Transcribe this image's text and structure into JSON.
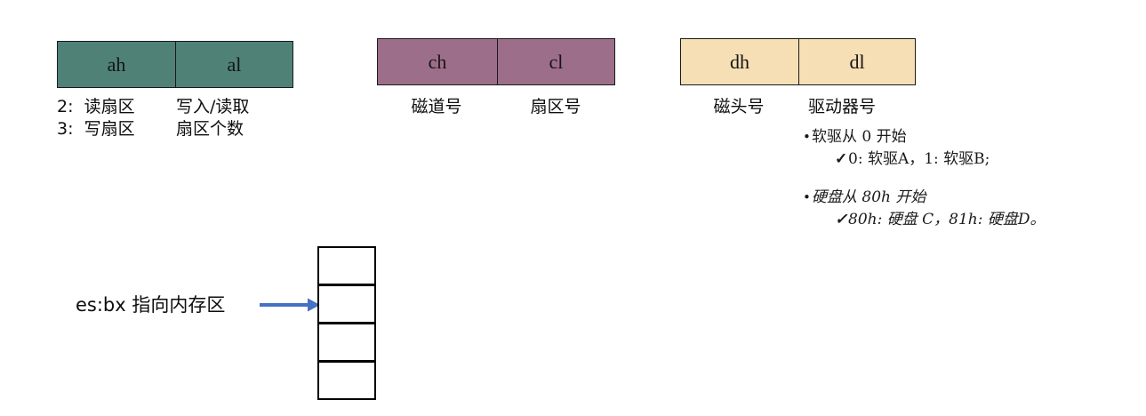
{
  "diagram": {
    "title_implicit": "BIOS int 13h disk service register layout",
    "colors": {
      "ax_fill": "#4f8177",
      "cx_fill": "#9d6e8a",
      "dx_fill": "#f7dfb5",
      "border": "#1a1a1a",
      "arrow": "#4472c4",
      "cell_border": "#000000"
    },
    "registers": [
      {
        "name": "ax-register",
        "high": {
          "label": "ah",
          "caption_lines": [
            "2:  读扇区",
            "3:  写扇区"
          ]
        },
        "low": {
          "label": "al",
          "caption_lines": [
            "写入/读取",
            "扇区个数"
          ]
        }
      },
      {
        "name": "cx-register",
        "high": {
          "label": "ch",
          "caption_lines": [
            "磁道号"
          ]
        },
        "low": {
          "label": "cl",
          "caption_lines": [
            "扇区号"
          ]
        }
      },
      {
        "name": "dx-register",
        "high": {
          "label": "dh",
          "caption_lines": [
            "磁头号"
          ]
        },
        "low": {
          "label": "dl",
          "caption_lines": [
            "驱动器号"
          ]
        }
      }
    ],
    "notes": [
      {
        "bullet": "软驱从 0 开始",
        "detail": "0: 软驱A，1: 软驱B;",
        "style": "normal"
      },
      {
        "bullet": "硬盘从 80h 开始",
        "detail": "80h: 硬盘 C，81h: 硬盘D。",
        "style": "italic"
      }
    ],
    "memory": {
      "pointer_label": "es:bx 指向内存区",
      "cell_count": 4,
      "cells": [
        "",
        "",
        "",
        ""
      ]
    }
  }
}
